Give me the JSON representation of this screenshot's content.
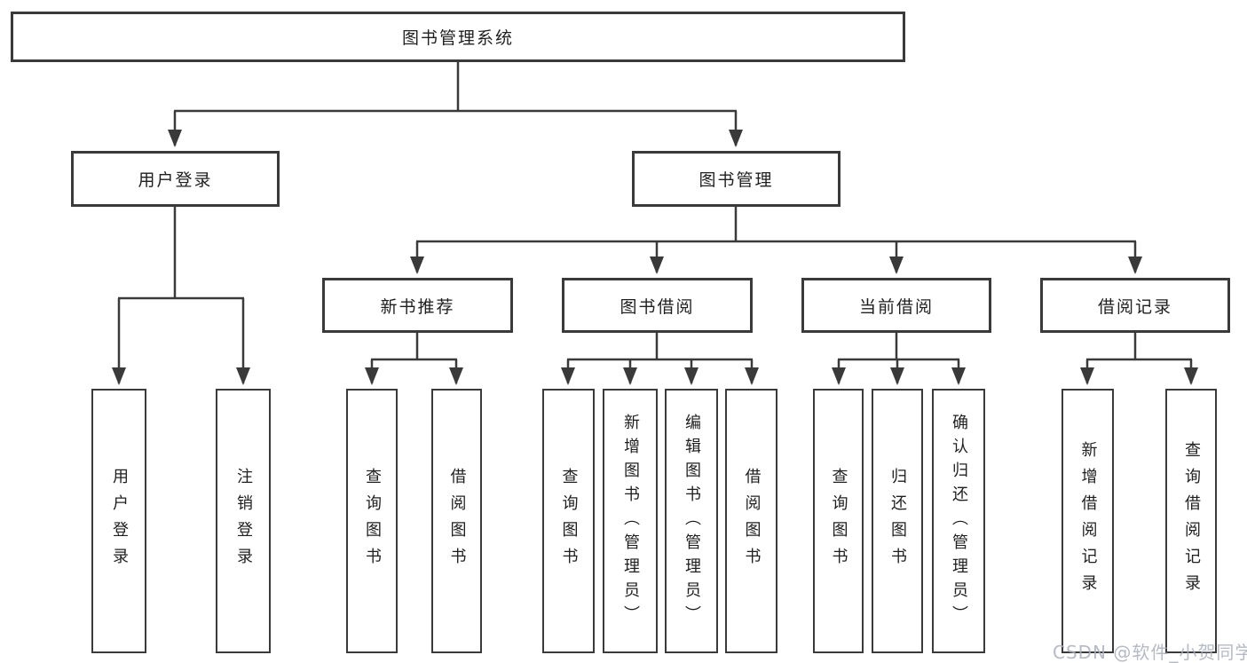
{
  "diagram": {
    "type": "functional-structure-tree",
    "nodes": {
      "root": "图书管理系统",
      "user_login": "用户登录",
      "book_management": "图书管理",
      "new_book_recommend": "新书推荐",
      "book_borrow": "图书借阅",
      "current_borrow": "当前借阅",
      "borrow_record": "借阅记录",
      "leaf_user_login": "用户登录",
      "leaf_logout_login": "注销登录",
      "leaf_nbr_query_book": "查询图书",
      "leaf_nbr_borrow_book": "借阅图书",
      "leaf_bb_query_book": "查询图书",
      "leaf_bb_add_book": "新增图书（管理员）",
      "leaf_bb_edit_book": "编辑图书（管理员）",
      "leaf_bb_borrow_book": "借阅图书",
      "leaf_cb_query_book": "查询图书",
      "leaf_cb_return_book": "归还图书",
      "leaf_cb_confirm_return": "确认归还（管理员）",
      "leaf_br_add_record": "新增借阅记录",
      "leaf_br_query_record": "查询借阅记录"
    },
    "edges": [
      "图书管理系统→用户登录",
      "图书管理系统→图书管理",
      "用户登录→用户登录",
      "用户登录→注销登录",
      "图书管理→新书推荐",
      "图书管理→图书借阅",
      "图书管理→当前借阅",
      "图书管理→借阅记录",
      "新书推荐→查询图书",
      "新书推荐→借阅图书",
      "图书借阅→查询图书",
      "图书借阅→新增图书（管理员）",
      "图书借阅→编辑图书（管理员）",
      "图书借阅→借阅图书",
      "当前借阅→查询图书",
      "当前借阅→归还图书",
      "当前借阅→确认归还（管理员）",
      "借阅记录→新增借阅记录",
      "借阅记录→查询借阅记录"
    ]
  },
  "watermark": {
    "text": "CSDN @软件_小贺同学"
  },
  "colors": {
    "line": "#3a3a3a",
    "text": "#1f1f1f",
    "background": "#ffffff",
    "watermark": "#a8aeba"
  }
}
